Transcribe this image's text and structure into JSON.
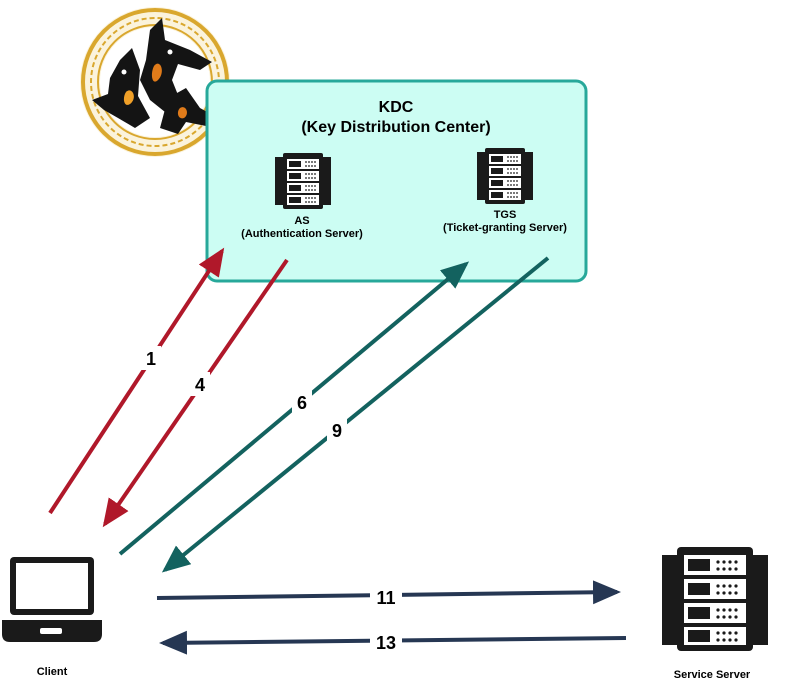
{
  "kdc": {
    "title": "KDC",
    "subtitle": "(Key Distribution Center)",
    "fill": "#ccfdf3",
    "border": "#27a89a"
  },
  "as_server": {
    "name": "AS",
    "full_name": "(Authentication Server)"
  },
  "tgs_server": {
    "name": "TGS",
    "full_name": "(Ticket-granting Server)"
  },
  "client": {
    "label": "Client"
  },
  "service_server": {
    "label": "Service Server"
  },
  "arrows": {
    "a1": {
      "label": "1",
      "color": "#b0182a"
    },
    "a4": {
      "label": "4",
      "color": "#b0182a"
    },
    "a6": {
      "label": "6",
      "color": "#13625f"
    },
    "a9": {
      "label": "9",
      "color": "#13625f"
    },
    "a11": {
      "label": "11",
      "color": "#263753"
    },
    "a13": {
      "label": "13",
      "color": "#263753"
    }
  },
  "logo": {
    "icon": "cerberus-logo",
    "frame_color": "#d9a72e"
  }
}
